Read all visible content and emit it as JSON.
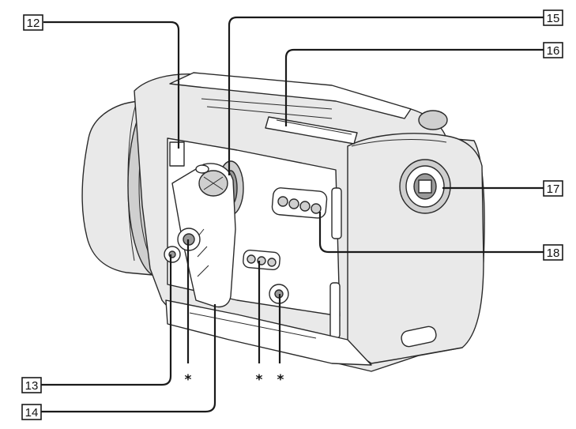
{
  "callouts": [
    {
      "id": "12",
      "label": "12"
    },
    {
      "id": "13",
      "label": "13"
    },
    {
      "id": "14",
      "label": "14"
    },
    {
      "id": "15",
      "label": "15"
    },
    {
      "id": "16",
      "label": "16"
    },
    {
      "id": "17",
      "label": "17"
    },
    {
      "id": "18",
      "label": "18"
    }
  ],
  "asterisk_marks": [
    "*",
    "*",
    "*"
  ],
  "colors": {
    "line": "#1a1a1a",
    "body_fill": "#e9e9e9",
    "lens_fill": "#d6d6d6",
    "background": "#ffffff"
  }
}
